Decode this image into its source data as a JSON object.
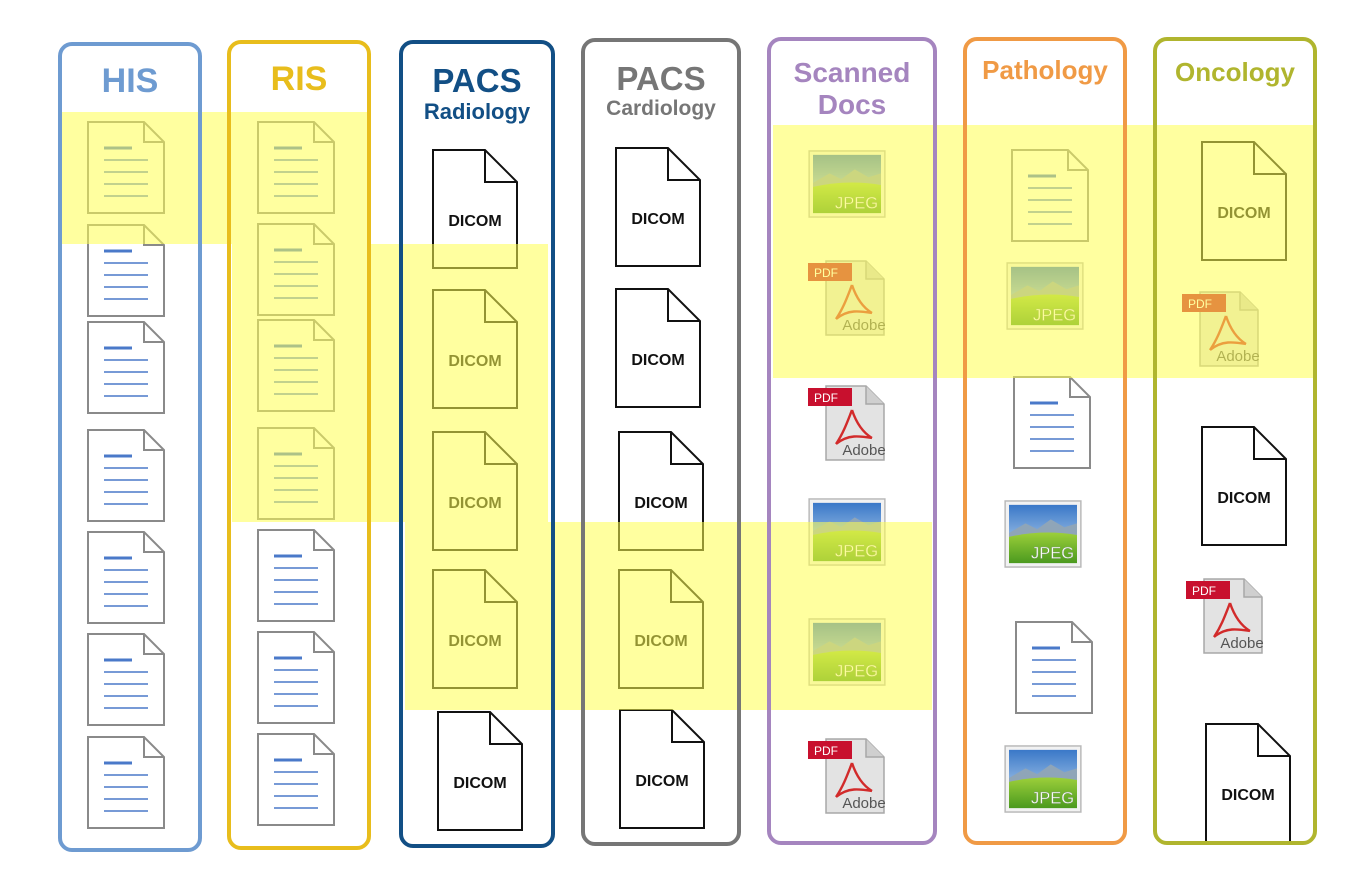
{
  "columns": [
    {
      "id": "his",
      "title": "HIS",
      "subtitle": "",
      "color": "#6e9bd1",
      "icons": [
        "doc",
        "doc",
        "doc",
        "doc",
        "doc",
        "doc",
        "doc"
      ]
    },
    {
      "id": "ris",
      "title": "RIS",
      "subtitle": "",
      "color": "#e8bd1c",
      "icons": [
        "doc",
        "doc",
        "doc",
        "doc",
        "doc",
        "doc",
        "doc"
      ]
    },
    {
      "id": "pacs-radiology",
      "title": "PACS",
      "subtitle": "Radiology",
      "color": "#124f85",
      "icons": [
        "dicom",
        "dicom",
        "dicom",
        "dicom",
        "dicom"
      ]
    },
    {
      "id": "pacs-cardiology",
      "title": "PACS",
      "subtitle": "Cardiology",
      "color": "#767676",
      "icons": [
        "dicom",
        "dicom",
        "dicom",
        "dicom",
        "dicom"
      ]
    },
    {
      "id": "scanned-docs",
      "title": "Scanned",
      "subtitle": "Docs",
      "color": "#a585bf",
      "icons": [
        "jpeg",
        "pdf",
        "pdf",
        "jpeg",
        "jpeg",
        "pdf"
      ]
    },
    {
      "id": "pathology",
      "title": "Pathology",
      "subtitle": "",
      "color": "#f09a45",
      "icons": [
        "doc",
        "jpeg",
        "doc",
        "jpeg",
        "doc",
        "jpeg"
      ]
    },
    {
      "id": "oncology",
      "title": "Oncology",
      "subtitle": "",
      "color": "#b0b52e",
      "icons": [
        "dicom",
        "pdf",
        "dicom",
        "pdf",
        "dicom"
      ]
    }
  ],
  "labels": {
    "dicom": "DICOM",
    "jpeg": "JPEG",
    "pdf": "PDF",
    "adobe": "Adobe"
  }
}
